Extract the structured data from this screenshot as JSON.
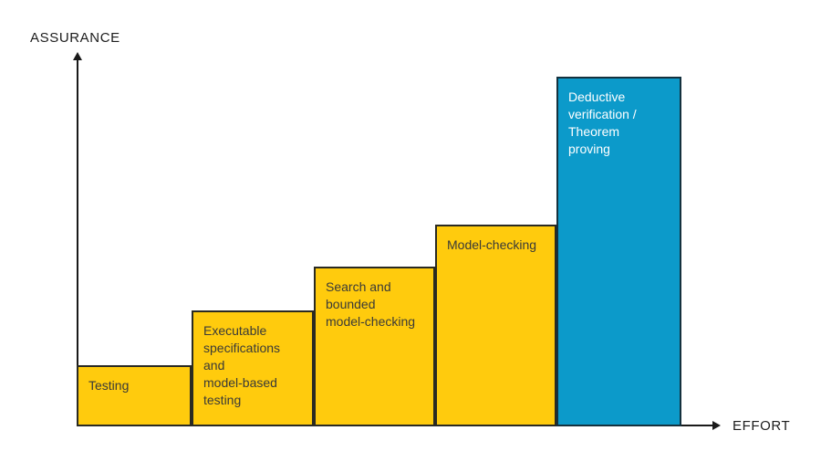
{
  "page": {
    "background_color": "#ffffff",
    "axis_color": "#1a1a1a"
  },
  "axes": {
    "y_label": "ASSURANCE",
    "x_label": "EFFORT"
  },
  "colors": {
    "yellow_fill": "#ffcb0d",
    "yellow_border": "#2a2a22",
    "yellow_text": "#3a3a38",
    "blue_fill": "#0c9aca",
    "blue_border": "#14313e",
    "blue_text": "#ffffff"
  },
  "chart_data": {
    "type": "bar",
    "title": "",
    "xlabel": "EFFORT",
    "ylabel": "ASSURANCE",
    "grid": false,
    "legend": "none",
    "ylim": [
      0,
      100
    ],
    "categories": [
      "Testing",
      "Executable specifications and model-based testing",
      "Search and bounded model-checking",
      "Model-checking",
      "Deductive verification / Theorem proving"
    ],
    "values": [
      17.5,
      33.2,
      45.7,
      57.7,
      100
    ],
    "bars": [
      {
        "slug": "testing",
        "label_lines": [
          "Testing"
        ],
        "fill": "#ffcb0d",
        "border": "#2a2a22",
        "text_color": "#3a3a38"
      },
      {
        "slug": "executable-specifications",
        "label_lines": [
          "Executable",
          "specifications",
          "and",
          "model-based",
          "testing"
        ],
        "fill": "#ffcb0d",
        "border": "#2a2a22",
        "text_color": "#3a3a38"
      },
      {
        "slug": "search-bounded-model-checking",
        "label_lines": [
          "Search and",
          "bounded",
          "model-checking"
        ],
        "fill": "#ffcb0d",
        "border": "#2a2a22",
        "text_color": "#3a3a38"
      },
      {
        "slug": "model-checking",
        "label_lines": [
          "Model-checking"
        ],
        "fill": "#ffcb0d",
        "border": "#2a2a22",
        "text_color": "#3a3a38"
      },
      {
        "slug": "deductive-verification-theorem-proving",
        "label_lines": [
          "Deductive",
          "verification /",
          "Theorem",
          "proving"
        ],
        "fill": "#0c9aca",
        "border": "#14313e",
        "text_color": "#ffffff"
      }
    ]
  }
}
